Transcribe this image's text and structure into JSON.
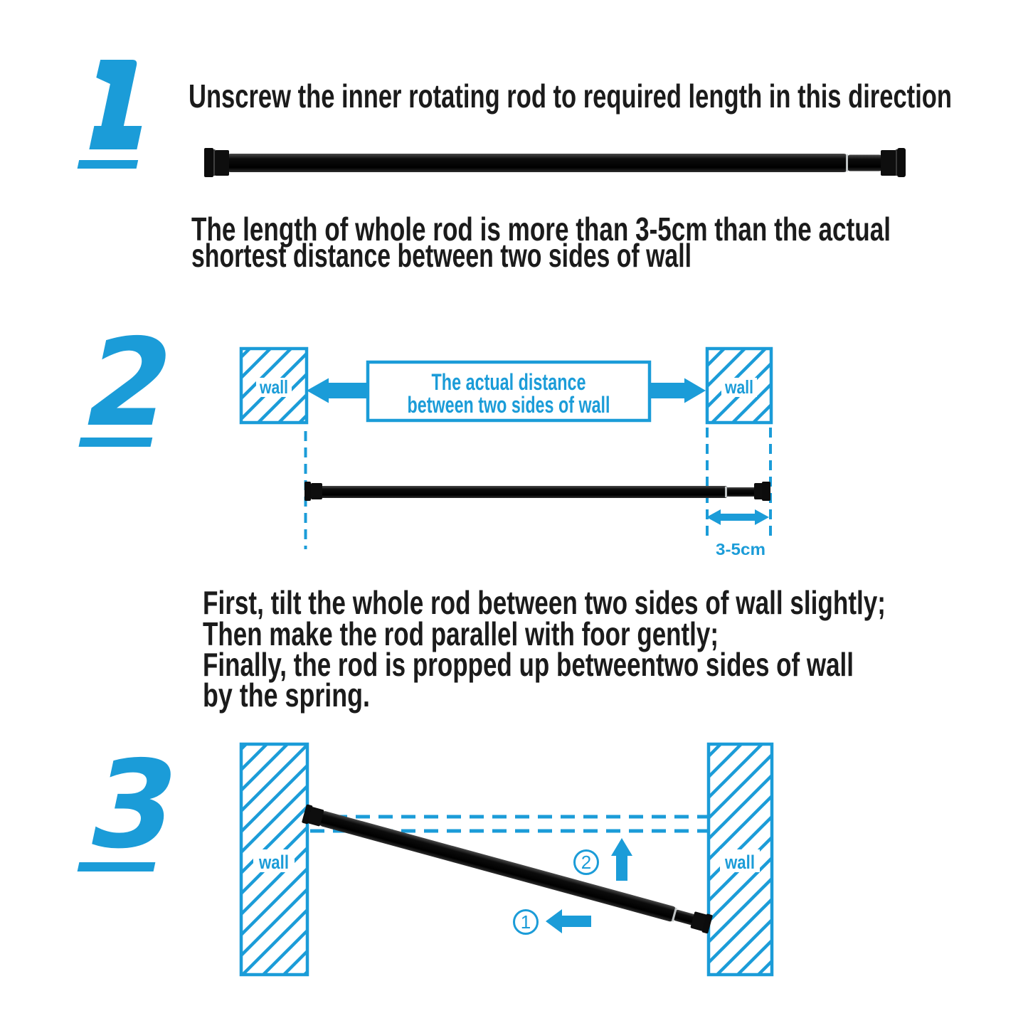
{
  "accent": "#1b9cd8",
  "step1": {
    "number": "1",
    "heading": "Unscrew the inner rotating rod to required length in this direction",
    "body": [
      "The length of whole rod is more than 3-5cm than the actual",
      "shortest distance between two sides of wall"
    ]
  },
  "step2": {
    "number": "2",
    "wall_left": "wall",
    "wall_right": "wall",
    "distance_line1": "The actual distance",
    "distance_line2": "between two sides of wall",
    "gap_label": "3-5cm",
    "body": [
      "First, tilt the whole rod between two sides of wall slightly;",
      "Then make the rod parallel with foor gently;",
      "Finally, the rod is propped up betweentwo sides of wall",
      "by the spring."
    ]
  },
  "step3": {
    "number": "3",
    "wall_left": "wall",
    "wall_right": "wall",
    "marker_lift": "2",
    "marker_push": "1"
  }
}
